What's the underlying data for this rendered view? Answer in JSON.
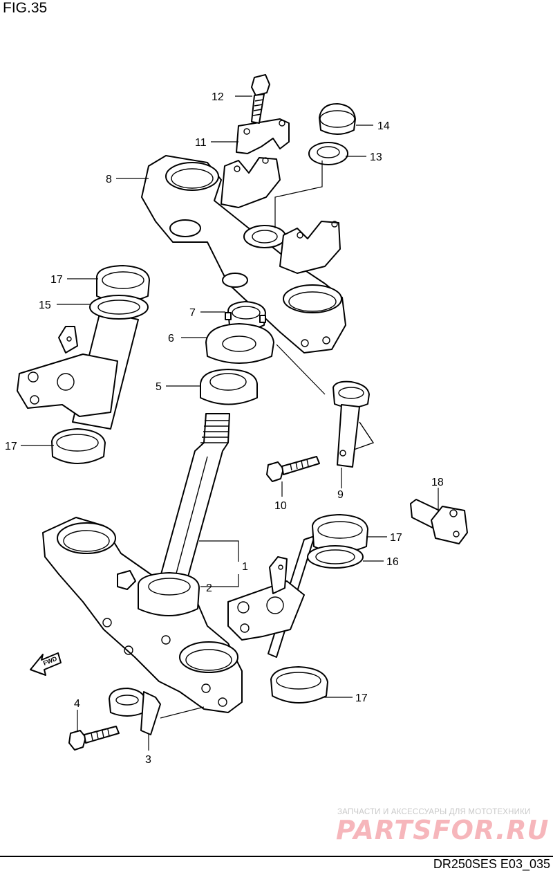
{
  "figure": {
    "title": "FIG.35",
    "code": "DR250SES E03_035"
  },
  "callouts": [
    {
      "id": "1",
      "label": "1"
    },
    {
      "id": "2",
      "label": "2"
    },
    {
      "id": "3",
      "label": "3"
    },
    {
      "id": "4",
      "label": "4"
    },
    {
      "id": "5",
      "label": "5"
    },
    {
      "id": "6",
      "label": "6"
    },
    {
      "id": "7",
      "label": "7"
    },
    {
      "id": "8",
      "label": "8"
    },
    {
      "id": "9",
      "label": "9"
    },
    {
      "id": "10",
      "label": "10"
    },
    {
      "id": "11",
      "label": "11"
    },
    {
      "id": "12",
      "label": "12"
    },
    {
      "id": "13",
      "label": "13"
    },
    {
      "id": "14",
      "label": "14"
    },
    {
      "id": "15",
      "label": "15"
    },
    {
      "id": "16",
      "label": "16"
    },
    {
      "id": "17a",
      "label": "17"
    },
    {
      "id": "17b",
      "label": "17"
    },
    {
      "id": "17c",
      "label": "17"
    },
    {
      "id": "17d",
      "label": "17"
    },
    {
      "id": "18",
      "label": "18"
    }
  ],
  "direction_marker": {
    "label": "FWD"
  },
  "watermark": {
    "tagline": "ЗАПЧАСТИ И АКСЕССУАРЫ ДЛЯ МОТОТЕХНИКИ",
    "logo": "PARTSFOR.RU"
  }
}
